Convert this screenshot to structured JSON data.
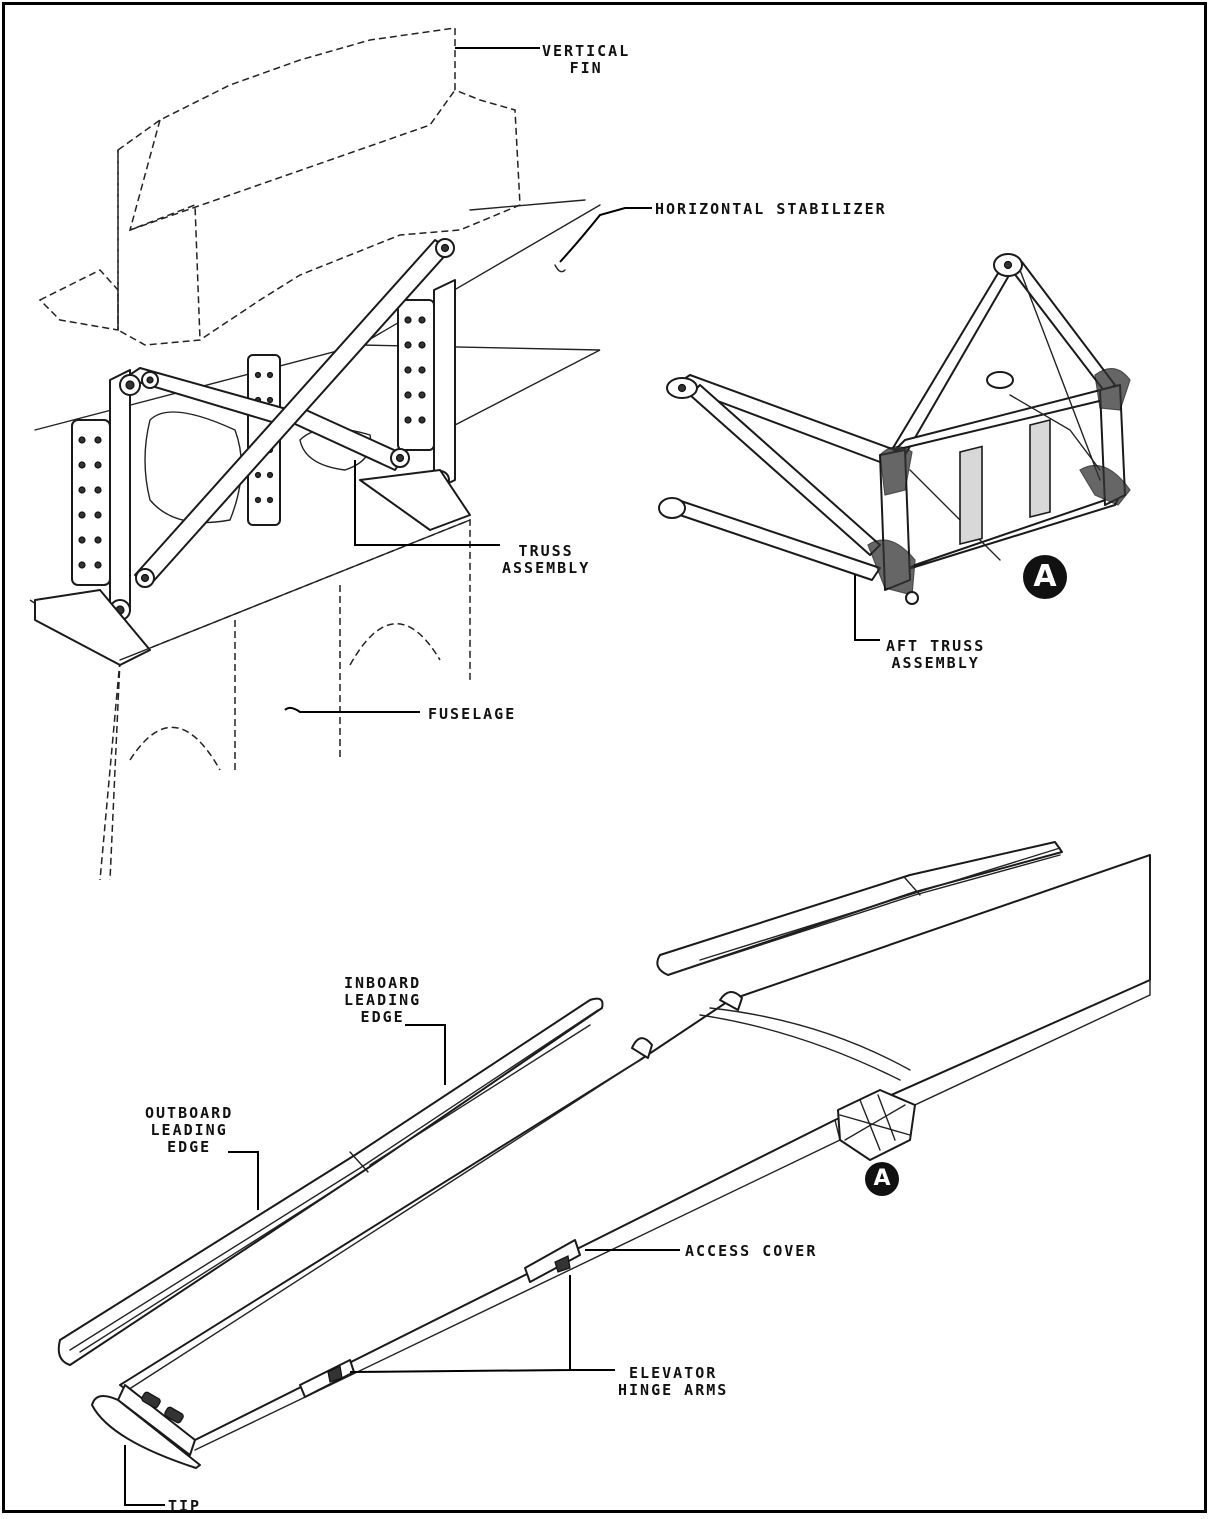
{
  "labels": {
    "vertical_fin": "VERTICAL\nFIN",
    "horizontal_stabilizer": "HORIZONTAL STABILIZER",
    "truss_assembly": "TRUSS\nASSEMBLY",
    "fuselage": "FUSELAGE",
    "aft_truss_assembly": "AFT TRUSS\nASSEMBLY",
    "inboard_leading_edge": "INBOARD\nLEADING\nEDGE",
    "outboard_leading_edge": "OUTBOARD\nLEADING\nEDGE",
    "access_cover": "ACCESS COVER",
    "elevator_hinge_arms": "ELEVATOR\nHINGE ARMS",
    "tip": "TIP"
  },
  "detail_callout": "A",
  "colors": {
    "ink": "#1a1a1a",
    "paper": "#ffffff",
    "badge": "#111111"
  }
}
